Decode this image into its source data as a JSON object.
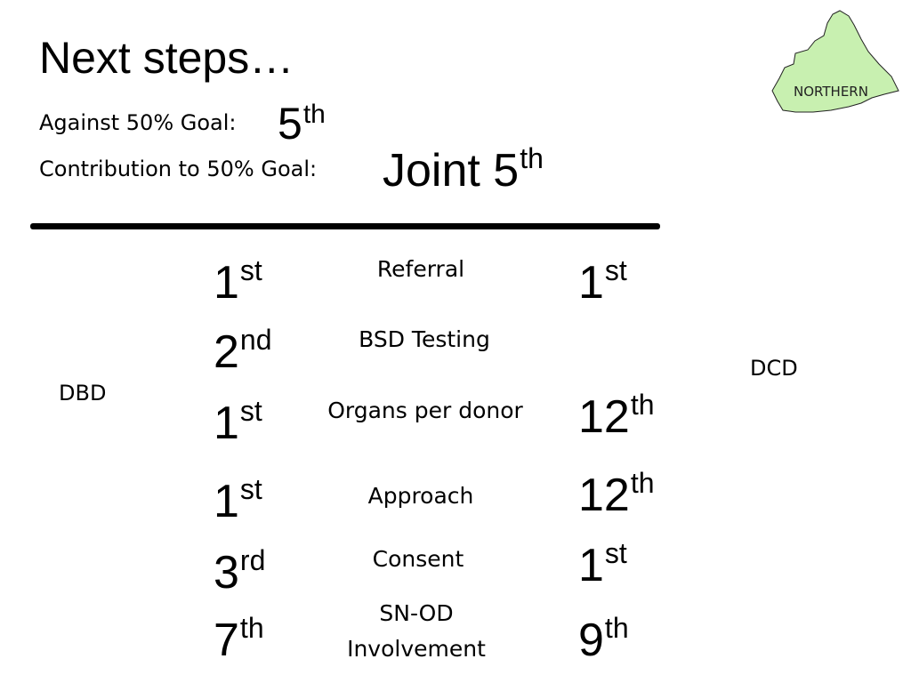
{
  "title": "Next steps…",
  "goals": {
    "against_label": "Against 50% Goal:",
    "against_rank": {
      "num": "5",
      "suffix": "th"
    },
    "contribution_label": "Contribution to  50% Goal:",
    "contribution_rank": {
      "prefix": "Joint ",
      "num": "5",
      "suffix": "th"
    }
  },
  "map": {
    "region_label": "NORTHERN",
    "fill": "#c8f0b0",
    "stroke": "#222222"
  },
  "side_labels": {
    "left": "DBD",
    "right": "DCD"
  },
  "rows": [
    {
      "metric": "Referral",
      "dbd": {
        "num": "1",
        "suffix": "st"
      },
      "dcd": {
        "num": "1",
        "suffix": "st"
      }
    },
    {
      "metric": "BSD Testing",
      "dbd": {
        "num": "2",
        "suffix": "nd"
      },
      "dcd": null
    },
    {
      "metric": "Organs per donor",
      "dbd": {
        "num": "1",
        "suffix": "st"
      },
      "dcd": {
        "num": "12",
        "suffix": "th"
      }
    },
    {
      "metric": "Approach",
      "dbd": {
        "num": "1",
        "suffix": "st"
      },
      "dcd": {
        "num": "12",
        "suffix": "th"
      }
    },
    {
      "metric": "Consent",
      "dbd": {
        "num": "3",
        "suffix": "rd"
      },
      "dcd": {
        "num": "1",
        "suffix": "st"
      }
    },
    {
      "metric_line1": "SN-OD",
      "metric_line2": "Involvement",
      "dbd": {
        "num": "7",
        "suffix": "th"
      },
      "dcd": {
        "num": "9",
        "suffix": "th"
      }
    }
  ]
}
